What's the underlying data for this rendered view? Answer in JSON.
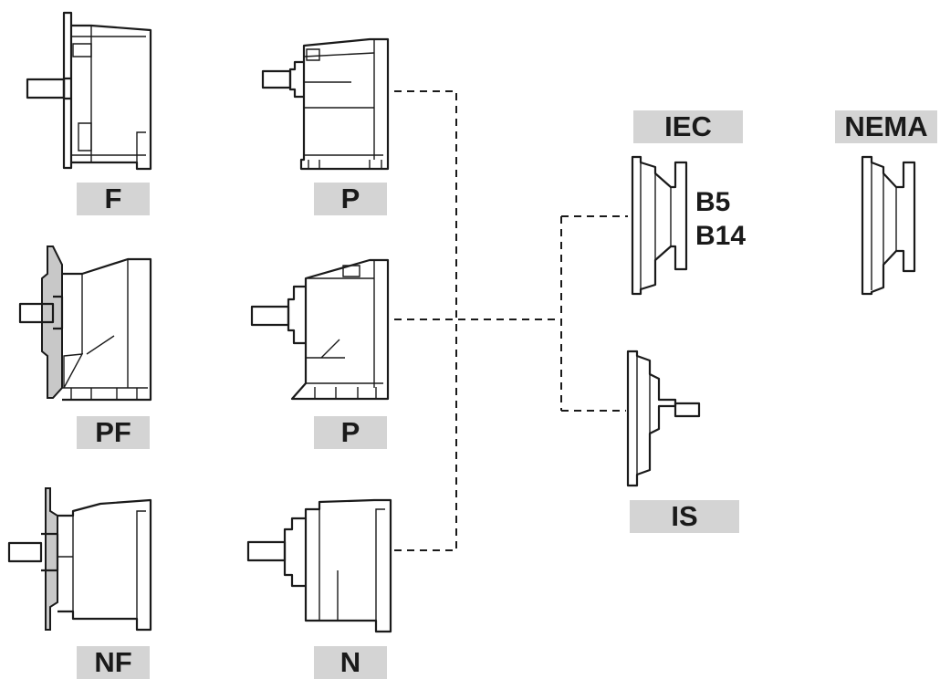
{
  "labels": {
    "f": "F",
    "p_top": "P",
    "pf": "PF",
    "p_mid": "P",
    "nf": "NF",
    "n": "N",
    "iec": "IEC",
    "nema": "NEMA",
    "is": "IS"
  },
  "flange_types": {
    "b5": "B5",
    "b14": "B14"
  },
  "colors": {
    "label_background": "#d4d4d4",
    "line": "#1a1a1a",
    "flange_fill": "#c8c8c8"
  }
}
